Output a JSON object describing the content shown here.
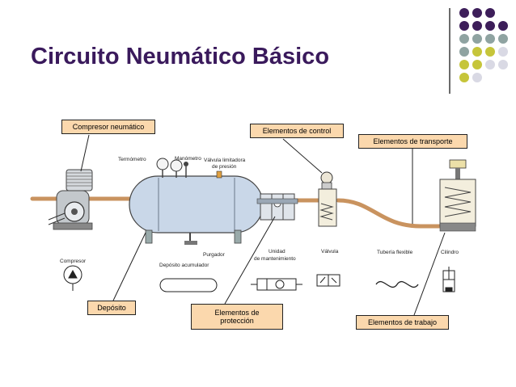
{
  "slide": {
    "title": "Circuito Neumático Básico"
  },
  "colors": {
    "title": "#3a1a5c",
    "label_fill": "#fbd8ad",
    "pipe": "#c9935f",
    "dot_purple": "#3d1e5a",
    "dot_teal": "#8fa3a1",
    "dot_olive": "#c6c53a",
    "dot_light": "#d9d9e4"
  },
  "labels": {
    "compresor_neumatico": "Compresor neumático",
    "elementos_control": "Elementos de control",
    "elementos_transporte": "Elementos de transporte",
    "deposito": "Depósito",
    "elementos_proteccion_1": "Elementos de",
    "elementos_proteccion_2": "protección",
    "elementos_trabajo": "Elementos de trabajo"
  },
  "annotations": {
    "termometro": "Termómetro",
    "manometro": "Manómetro",
    "valvula_limitadora_1": "Válvula limitadora",
    "valvula_limitadora_2": "de presión",
    "purgador": "Purgador",
    "deposito_acumulador": "Depósito acumulador",
    "compresor": "Compresor",
    "unidad_1": "Unidad",
    "unidad_2": "de mantenimiento",
    "valvula": "Válvula",
    "tuberia_flexible": "Tubería flexible",
    "cilindro": "Cilindro"
  },
  "decor": {
    "dots": [
      [
        "purple",
        "purple",
        "purple",
        ""
      ],
      [
        "purple",
        "purple",
        "purple",
        "purple"
      ],
      [
        "teal",
        "teal",
        "teal",
        "teal"
      ],
      [
        "teal",
        "olive",
        "olive",
        "light"
      ],
      [
        "olive",
        "olive",
        "light",
        "light"
      ],
      [
        "olive",
        "light",
        "",
        ""
      ]
    ]
  }
}
